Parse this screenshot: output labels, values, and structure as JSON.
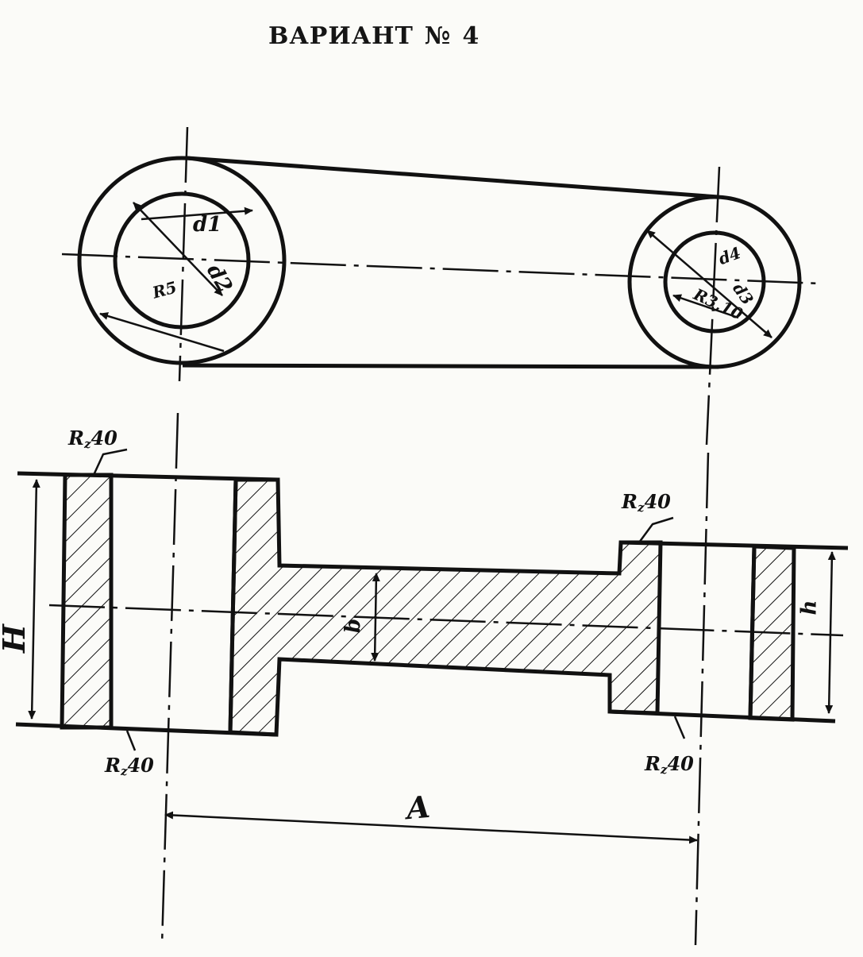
{
  "title": {
    "word": "ВАРИАНТ",
    "number_sign": "№",
    "number": "4"
  },
  "plan_view": {
    "labels": {
      "d1": "d1",
      "d2": "d2",
      "d3": "d3",
      "d4": "d4",
      "r_left": "R",
      "r_left_value": "5",
      "r_right": "R",
      "r_right_value": "3,10"
    }
  },
  "section_view": {
    "dimensions": {
      "height_left": "H",
      "height_right": "h",
      "web_thickness": "b",
      "center_distance": "A"
    },
    "roughness": {
      "symbol": "R",
      "subscript": "z",
      "value": "40",
      "marks": [
        {
          "id": "top-left",
          "text": "Rz40"
        },
        {
          "id": "bottom-left",
          "text": "Rz40"
        },
        {
          "id": "top-right",
          "text": "Rz40"
        },
        {
          "id": "bottom-right",
          "text": "Rz40"
        }
      ]
    }
  },
  "colors": {
    "ink": "#111111",
    "paper": "#fbfbf8"
  }
}
